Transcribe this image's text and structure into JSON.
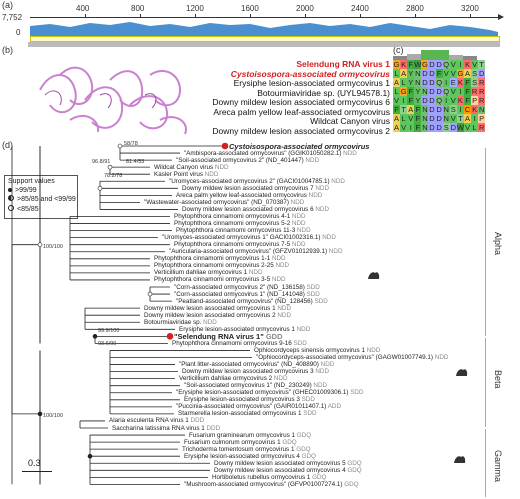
{
  "panels": {
    "a": "(a)",
    "b": "(b)",
    "c": "(c)",
    "d": "(d)"
  },
  "panel_a": {
    "max_value": "7,752",
    "min_value": "0",
    "ticks": [
      "400",
      "800",
      "1200",
      "1600",
      "2000",
      "2400",
      "2800",
      "3200"
    ]
  },
  "alignment": {
    "viruses": [
      {
        "name": "Selendung RNA virus 1",
        "color": "#d42020",
        "italic": false,
        "seq": "GKFWGDDQVIKVTP"
      },
      {
        "name": "Cystoisospora-associated ormycovirus",
        "color": "#d42020",
        "italic": true,
        "seq": "LAYNDDFVVGASD"
      },
      {
        "name": "Erysiphe lesion-associated ormycovirus 1",
        "color": "#111111",
        "italic": false,
        "seq": "ALYNDDQIEKFSR"
      },
      {
        "name": "Botourmiaviridae sp. (UYL94578.1)",
        "color": "#111111",
        "italic": false,
        "seq": "LGFYNDDQVIFRR"
      },
      {
        "name": "Downy mildew lesion associated ormycovirus 6",
        "color": "#111111",
        "italic": false,
        "seq": "VIFYDDQIVKFPR"
      },
      {
        "name": "Areca palm yellow leaf-associated ormycovirus",
        "color": "#111111",
        "italic": false,
        "seq": "FTAFNDDNSICKN"
      },
      {
        "name": "Wildcat Canyon virus",
        "color": "#111111",
        "italic": false,
        "seq": "ALVFNDDNVTAIP"
      },
      {
        "name": "Downy mildew lesion associated ormycovirus 2",
        "color": "#111111",
        "italic": false,
        "seq": "AVIFNDDSDWVLRG"
      }
    ]
  },
  "tree": {
    "scale_label": "0.3",
    "legend": {
      "title": "Support values",
      "items": [
        ">99/99",
        ">85/85 and <99/99",
        "<85/85"
      ]
    },
    "clades": [
      "Alpha",
      "Beta",
      "Gamma"
    ],
    "node_labels": [
      "58/78",
      "96.8/91",
      "81.4/53",
      "78.2/78",
      "100/100",
      "99.9/100",
      "93.6/90",
      "100/100"
    ],
    "taxa": [
      {
        "name": "Cystoisospora-associated ormycovirus",
        "suffix": "",
        "bold": true,
        "red": false,
        "italic": true
      },
      {
        "name": "\"Ambispora-associated ormycovirus\" (GGIK01050282.1)",
        "suffix": "NDD"
      },
      {
        "name": "\"Soil-associated ormycovirus 2\" (ND_401447)",
        "suffix": "NDD"
      },
      {
        "name": "Wildcat Canyon virus",
        "suffix": "NDD"
      },
      {
        "name": "Kasler Point virus",
        "suffix": "NDD"
      },
      {
        "name": "\"Uromyces-associated ormycovirus 2\" (GACI01004785.1)",
        "suffix": "NDD"
      },
      {
        "name": "Downy mildew lesion associated ormycovirus 7",
        "suffix": "NDD"
      },
      {
        "name": "Areca palm yellow leaf-associated ormycovirus",
        "suffix": "NDD"
      },
      {
        "name": "\"Wastewater-associated ormycovirus\" (ND_070387)",
        "suffix": "NDD"
      },
      {
        "name": "Downy mildew lesion associated ormycovirus 6",
        "suffix": "NDD"
      },
      {
        "name": "Phytophthora cinnamomi ormycovirus 4-1",
        "suffix": "NDD"
      },
      {
        "name": "Phytophthora cinnamomi ormycovirus 5-2",
        "suffix": "NDD"
      },
      {
        "name": "Phytophthora cinnamomi ormycovirus 11-3",
        "suffix": "NDD"
      },
      {
        "name": "\"Uromyces-associated ormycovirus 1\" GACI01002316.1)",
        "suffix": "NDD"
      },
      {
        "name": "Phytophthora cinnamomi ormycovirus 7-5",
        "suffix": "NDD"
      },
      {
        "name": "\"Auricularia-associated ormycovirus\" (GFZV01012939.1)",
        "suffix": "NDD"
      },
      {
        "name": "Phytophthora cinnamomi ormycovirus 1-1",
        "suffix": "NDD"
      },
      {
        "name": "Phytophthora cinnamomi ormycovirus 2-25",
        "suffix": "NDD"
      },
      {
        "name": "Verticillium dahliae ormycovirus 1",
        "suffix": "NDD"
      },
      {
        "name": "Phytophthora cinnamomi ormycovirus 3-5",
        "suffix": "NDD"
      },
      {
        "name": "\"Corn-associated ormycovirus 2\" (ND_136158)",
        "suffix": "SDD"
      },
      {
        "name": "\"Corn-associated ormycovirus 1\" (ND_141048)",
        "suffix": "SDD"
      },
      {
        "name": "\"Peatland-associated ormycovirus\" (ND_128456)",
        "suffix": "SDD"
      },
      {
        "name": "Downy mildew lesion associated ormycovirus 1",
        "suffix": "NDD"
      },
      {
        "name": "Downy mildew lesion associated ormycovirus 2",
        "suffix": "NDD"
      },
      {
        "name": "Botourmiaviridae sp.",
        "suffix": "NDD"
      },
      {
        "name": "Erysiphe lesion-associated ormycovirus 1",
        "suffix": "NDD"
      },
      {
        "name": "\"Selendung RNA virus 1\"",
        "suffix": "GDD",
        "bold": true,
        "red": false
      },
      {
        "name": "Phytophthora cinnamomi ormycovirus 9-16",
        "suffix": "SDD"
      },
      {
        "name": "Ophiocordyceps sinensis ormycovirus 1",
        "suffix": "NDD"
      },
      {
        "name": "\"Ophiocordyceps-associated ormycovirus\" (GAGW01007749.1)",
        "suffix": "NDD"
      },
      {
        "name": "\"Plant litter-associated ormycovirus\" (ND_408890)",
        "suffix": "NDD"
      },
      {
        "name": "Downy mildew lesion associated ormycovirus 3",
        "suffix": "NDD"
      },
      {
        "name": "Verticillium dahliae ormycovirus 2",
        "suffix": "NDD"
      },
      {
        "name": "\"Soil-associated ormycovirus 1\" (ND_230249)",
        "suffix": "NDD"
      },
      {
        "name": "\"Erysiphe lesion-associated ormycovirus\" (GHEC01009306.1)",
        "suffix": "SDD"
      },
      {
        "name": "Erysiphe lesion-associated ormycovirus 3",
        "suffix": "SDD"
      },
      {
        "name": "\"Puccinia-associated ormycovirus\" (GAIR01011407.1)",
        "suffix": "ADD"
      },
      {
        "name": "Starmerella lesion-associated ormycovirus 1",
        "suffix": "SDD"
      },
      {
        "name": "Alaria esculenta RNA virus 1",
        "suffix": "DDD"
      },
      {
        "name": "Saccharina latissima RNA virus 1",
        "suffix": "DDD"
      },
      {
        "name": "Fusarium graminearum ormycovirus 1",
        "suffix": "GDQ"
      },
      {
        "name": "Fusarium culmorum ormycovirus 1",
        "suffix": "GDQ"
      },
      {
        "name": "Trichoderma tomentosum ormycovirus 1",
        "suffix": "GDQ"
      },
      {
        "name": "Erysiphe lesion-associated ormycovirus 4",
        "suffix": "GDQ"
      },
      {
        "name": "Downy mildew lesion associated ormycovirus 5",
        "suffix": "GDQ"
      },
      {
        "name": "Downy mildew lesion associated ormycovirus 4",
        "suffix": "GDQ"
      },
      {
        "name": "Hortiboletus rubellus ormycovirus 1",
        "suffix": "GDQ"
      },
      {
        "name": "\"Mushroom-associated ormycovirus\" (GFVP01007274.1)",
        "suffix": "GDQ"
      }
    ]
  },
  "colors": {
    "red": "#d42020",
    "coverage": "#4a90d0",
    "structure": "#c06cc8",
    "grey": "#888888"
  }
}
